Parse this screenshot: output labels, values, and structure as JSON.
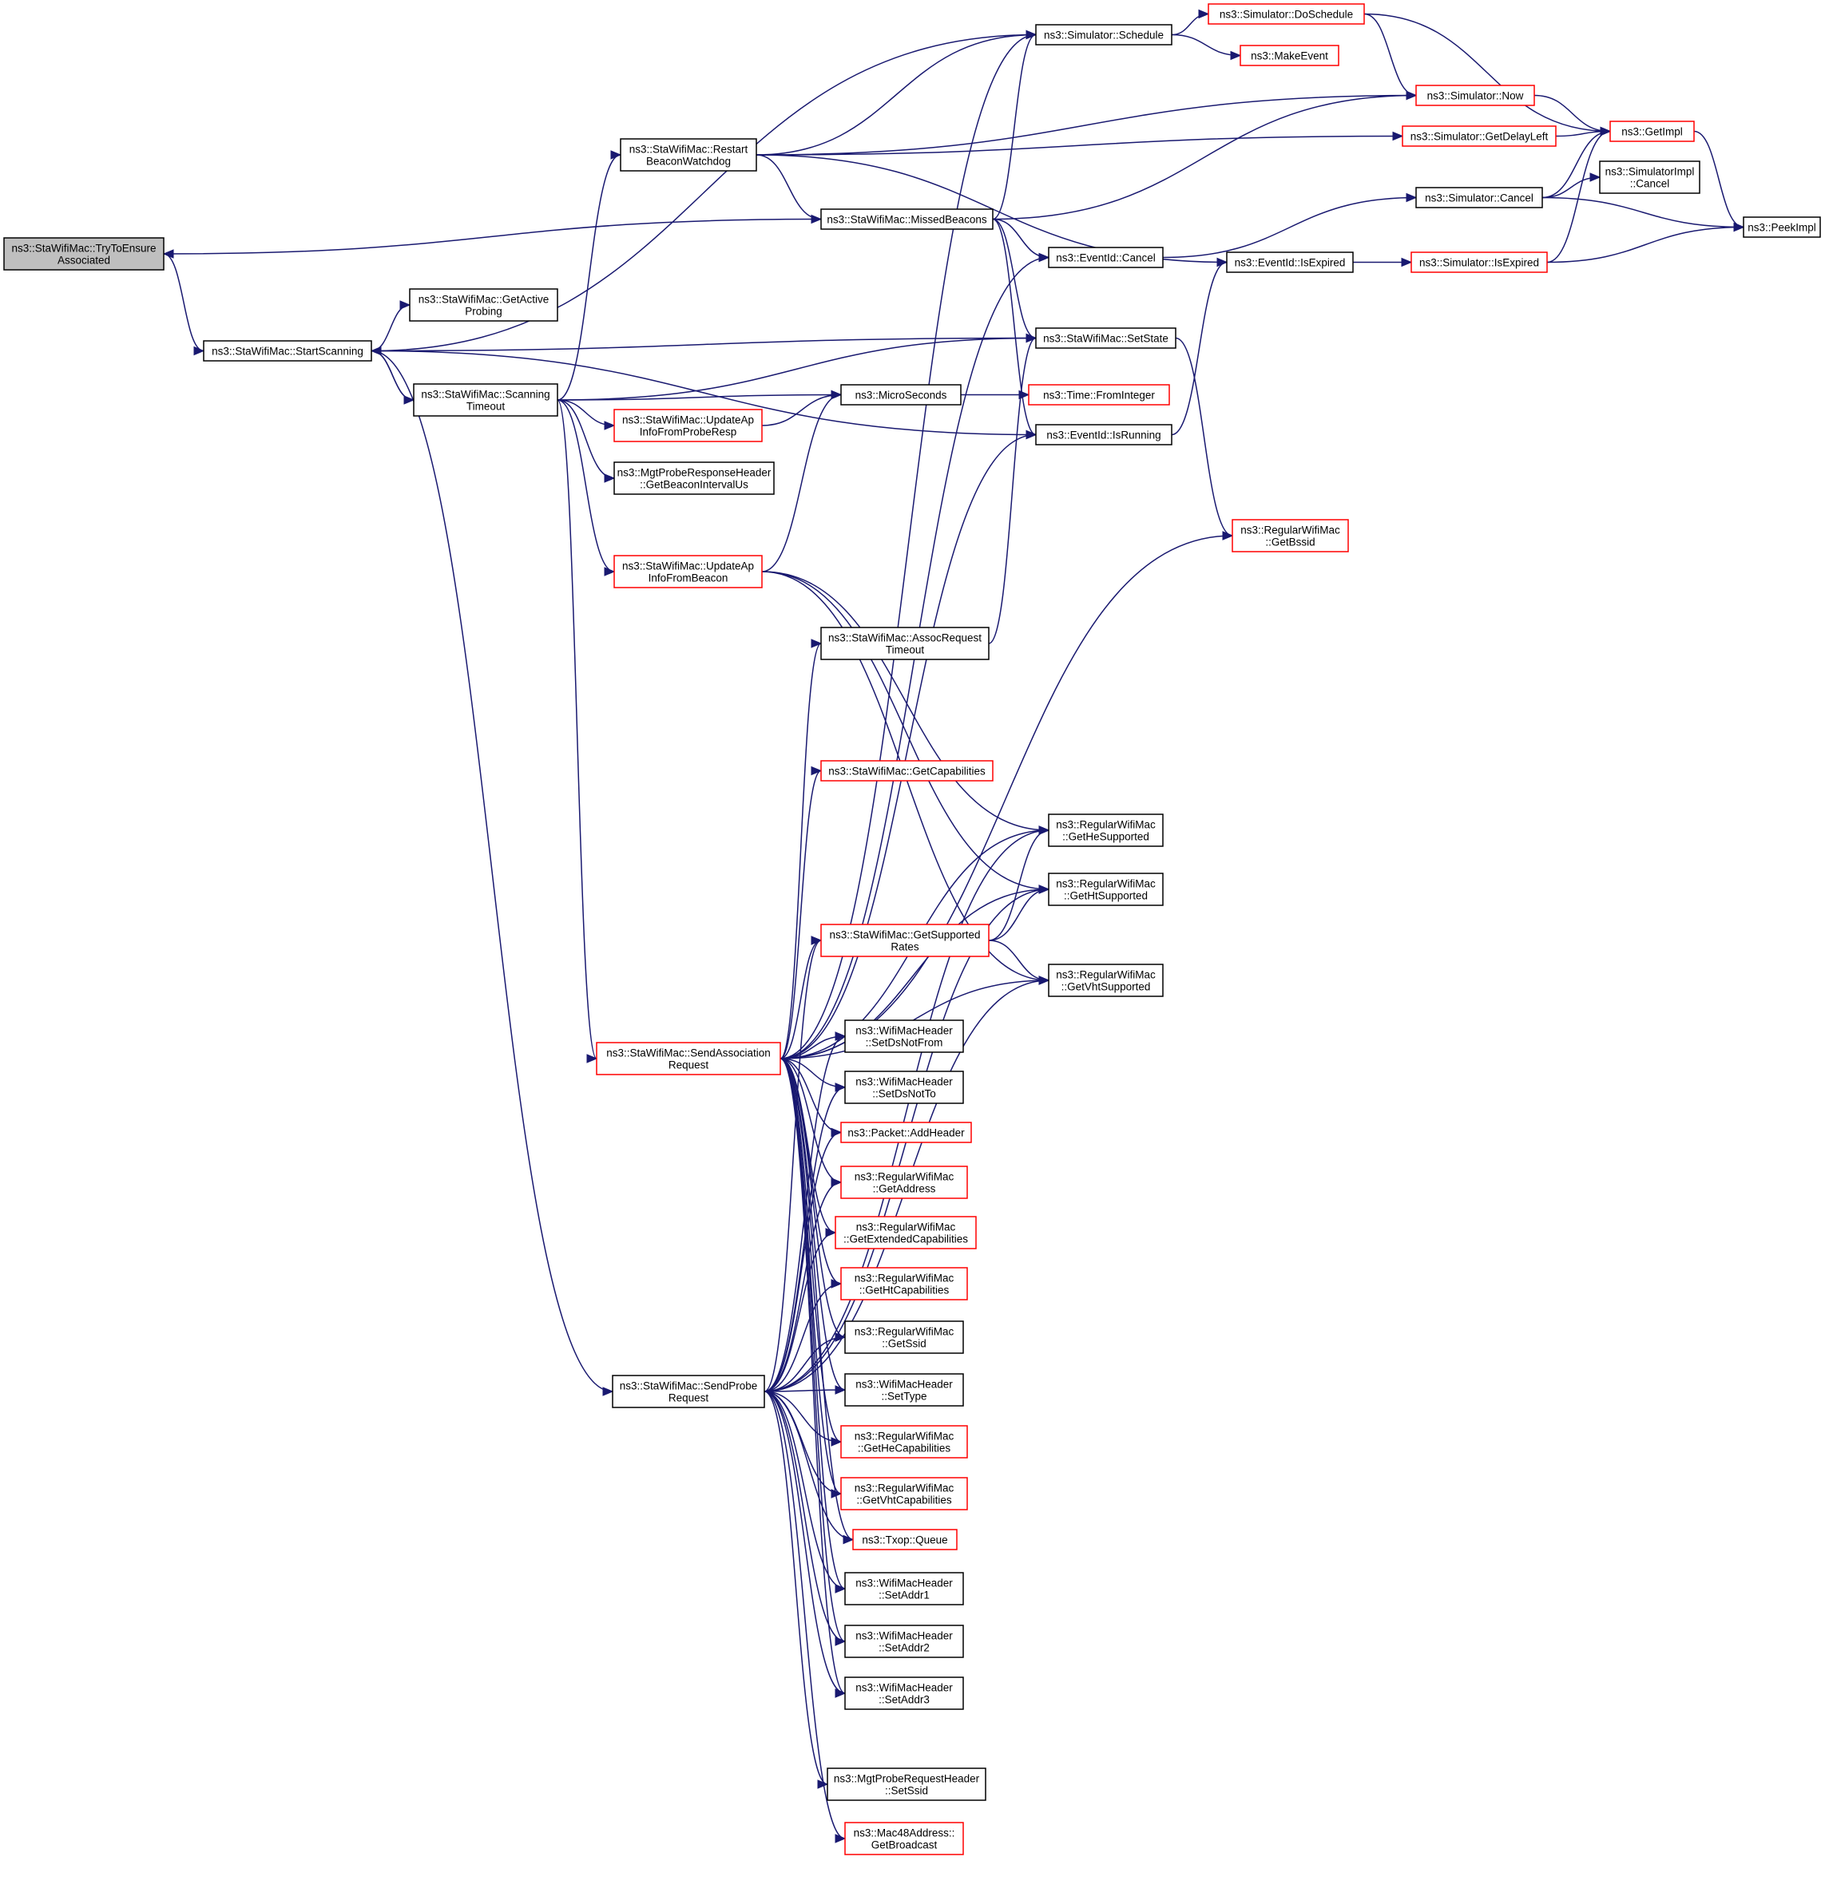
{
  "colors": {
    "edge": "#191970",
    "node_border": "#000000",
    "node_border_incomplete": "#ff0000",
    "root_fill": "#bfbfbf",
    "node_fill": "#ffffff"
  },
  "nodes": [
    {
      "id": "tryToEnsure",
      "lines": [
        "ns3::StaWifiMac::TryToEnsure",
        "Associated"
      ],
      "style": "root"
    },
    {
      "id": "startScanning",
      "lines": [
        "ns3::StaWifiMac::StartScanning"
      ],
      "style": "normal"
    },
    {
      "id": "getActiveProbing",
      "lines": [
        "ns3::StaWifiMac::GetActive",
        "Probing"
      ],
      "style": "normal"
    },
    {
      "id": "scanningTimeout",
      "lines": [
        "ns3::StaWifiMac::Scanning",
        "Timeout"
      ],
      "style": "normal"
    },
    {
      "id": "restartBeacon",
      "lines": [
        "ns3::StaWifiMac::Restart",
        "BeaconWatchdog"
      ],
      "style": "normal"
    },
    {
      "id": "updateProbeResp",
      "lines": [
        "ns3::StaWifiMac::UpdateAp",
        "InfoFromProbeResp"
      ],
      "style": "red"
    },
    {
      "id": "getBeaconInterval",
      "lines": [
        "ns3::MgtProbeResponseHeader",
        "::GetBeaconIntervalUs"
      ],
      "style": "normal"
    },
    {
      "id": "updateBeacon",
      "lines": [
        "ns3::StaWifiMac::UpdateAp",
        "InfoFromBeacon"
      ],
      "style": "red"
    },
    {
      "id": "assocTimeout",
      "lines": [
        "ns3::StaWifiMac::AssocRequest",
        "Timeout"
      ],
      "style": "normal"
    },
    {
      "id": "getCapabilities",
      "lines": [
        "ns3::StaWifiMac::GetCapabilities"
      ],
      "style": "red"
    },
    {
      "id": "getSupportedRates",
      "lines": [
        "ns3::StaWifiMac::GetSupported",
        "Rates"
      ],
      "style": "red"
    },
    {
      "id": "sendAssoc",
      "lines": [
        "ns3::StaWifiMac::SendAssociation",
        "Request"
      ],
      "style": "red"
    },
    {
      "id": "sendProbe",
      "lines": [
        "ns3::StaWifiMac::SendProbe",
        "Request"
      ],
      "style": "normal"
    },
    {
      "id": "missedBeacons",
      "lines": [
        "ns3::StaWifiMac::MissedBeacons"
      ],
      "style": "normal"
    },
    {
      "id": "schedule",
      "lines": [
        "ns3::Simulator::Schedule"
      ],
      "style": "normal"
    },
    {
      "id": "doSchedule",
      "lines": [
        "ns3::Simulator::DoSchedule"
      ],
      "style": "red"
    },
    {
      "id": "makeEvent",
      "lines": [
        "ns3::MakeEvent"
      ],
      "style": "red"
    },
    {
      "id": "now",
      "lines": [
        "ns3::Simulator::Now"
      ],
      "style": "red"
    },
    {
      "id": "getDelayLeft",
      "lines": [
        "ns3::Simulator::GetDelayLeft"
      ],
      "style": "red"
    },
    {
      "id": "getImpl",
      "lines": [
        "ns3::GetImpl"
      ],
      "style": "red"
    },
    {
      "id": "simCancel",
      "lines": [
        "ns3::Simulator::Cancel"
      ],
      "style": "normal"
    },
    {
      "id": "simImplCancel",
      "lines": [
        "ns3::SimulatorImpl",
        "::Cancel"
      ],
      "style": "normal"
    },
    {
      "id": "peekImpl",
      "lines": [
        "ns3::PeekImpl"
      ],
      "style": "normal"
    },
    {
      "id": "eventCancel",
      "lines": [
        "ns3::EventId::Cancel"
      ],
      "style": "normal"
    },
    {
      "id": "isExpired",
      "lines": [
        "ns3::EventId::IsExpired"
      ],
      "style": "normal"
    },
    {
      "id": "simIsExpired",
      "lines": [
        "ns3::Simulator::IsExpired"
      ],
      "style": "red"
    },
    {
      "id": "setState",
      "lines": [
        "ns3::StaWifiMac::SetState"
      ],
      "style": "normal"
    },
    {
      "id": "microSeconds",
      "lines": [
        "ns3::MicroSeconds"
      ],
      "style": "normal"
    },
    {
      "id": "fromInteger",
      "lines": [
        "ns3::Time::FromInteger"
      ],
      "style": "red"
    },
    {
      "id": "isRunning",
      "lines": [
        "ns3::EventId::IsRunning"
      ],
      "style": "normal"
    },
    {
      "id": "getBssid",
      "lines": [
        "ns3::RegularWifiMac",
        "::GetBssid"
      ],
      "style": "red"
    },
    {
      "id": "getHeSupported",
      "lines": [
        "ns3::RegularWifiMac",
        "::GetHeSupported"
      ],
      "style": "normal"
    },
    {
      "id": "getHtSupported",
      "lines": [
        "ns3::RegularWifiMac",
        "::GetHtSupported"
      ],
      "style": "normal"
    },
    {
      "id": "getVhtSupported",
      "lines": [
        "ns3::RegularWifiMac",
        "::GetVhtSupported"
      ],
      "style": "normal"
    },
    {
      "id": "setDsNotFrom",
      "lines": [
        "ns3::WifiMacHeader",
        "::SetDsNotFrom"
      ],
      "style": "normal"
    },
    {
      "id": "setDsNotTo",
      "lines": [
        "ns3::WifiMacHeader",
        "::SetDsNotTo"
      ],
      "style": "normal"
    },
    {
      "id": "addHeader",
      "lines": [
        "ns3::Packet::AddHeader"
      ],
      "style": "red"
    },
    {
      "id": "getAddress",
      "lines": [
        "ns3::RegularWifiMac",
        "::GetAddress"
      ],
      "style": "red"
    },
    {
      "id": "getExtCaps",
      "lines": [
        "ns3::RegularWifiMac",
        "::GetExtendedCapabilities"
      ],
      "style": "red"
    },
    {
      "id": "getHtCaps",
      "lines": [
        "ns3::RegularWifiMac",
        "::GetHtCapabilities"
      ],
      "style": "red"
    },
    {
      "id": "getSsid",
      "lines": [
        "ns3::RegularWifiMac",
        "::GetSsid"
      ],
      "style": "normal"
    },
    {
      "id": "setType",
      "lines": [
        "ns3::WifiMacHeader",
        "::SetType"
      ],
      "style": "normal"
    },
    {
      "id": "getHeCaps",
      "lines": [
        "ns3::RegularWifiMac",
        "::GetHeCapabilities"
      ],
      "style": "red"
    },
    {
      "id": "getVhtCaps",
      "lines": [
        "ns3::RegularWifiMac",
        "::GetVhtCapabilities"
      ],
      "style": "red"
    },
    {
      "id": "txopQueue",
      "lines": [
        "ns3::Txop::Queue"
      ],
      "style": "red"
    },
    {
      "id": "setAddr1",
      "lines": [
        "ns3::WifiMacHeader",
        "::SetAddr1"
      ],
      "style": "normal"
    },
    {
      "id": "setAddr2",
      "lines": [
        "ns3::WifiMacHeader",
        "::SetAddr2"
      ],
      "style": "normal"
    },
    {
      "id": "setAddr3",
      "lines": [
        "ns3::WifiMacHeader",
        "::SetAddr3"
      ],
      "style": "normal"
    },
    {
      "id": "setSsid",
      "lines": [
        "ns3::MgtProbeRequestHeader",
        "::SetSsid"
      ],
      "style": "normal"
    },
    {
      "id": "getBroadcast",
      "lines": [
        "ns3::Mac48Address::",
        "GetBroadcast"
      ],
      "style": "red"
    }
  ],
  "edges": [
    [
      "tryToEnsure",
      "startScanning"
    ],
    [
      "startScanning",
      "schedule"
    ],
    [
      "startScanning",
      "getActiveProbing"
    ],
    [
      "startScanning",
      "scanningTimeout"
    ],
    [
      "startScanning",
      "setState"
    ],
    [
      "startScanning",
      "isRunning"
    ],
    [
      "startScanning",
      "sendProbe"
    ],
    [
      "scanningTimeout",
      "startScanning"
    ],
    [
      "scanningTimeout",
      "restartBeacon"
    ],
    [
      "scanningTimeout",
      "setState"
    ],
    [
      "scanningTimeout",
      "microSeconds"
    ],
    [
      "scanningTimeout",
      "updateProbeResp"
    ],
    [
      "scanningTimeout",
      "getBeaconInterval"
    ],
    [
      "scanningTimeout",
      "updateBeacon"
    ],
    [
      "scanningTimeout",
      "sendAssoc"
    ],
    [
      "restartBeacon",
      "schedule"
    ],
    [
      "restartBeacon",
      "now"
    ],
    [
      "restartBeacon",
      "getDelayLeft"
    ],
    [
      "restartBeacon",
      "missedBeacons"
    ],
    [
      "restartBeacon",
      "isExpired"
    ],
    [
      "missedBeacons",
      "tryToEnsure"
    ],
    [
      "missedBeacons",
      "schedule"
    ],
    [
      "missedBeacons",
      "now"
    ],
    [
      "missedBeacons",
      "eventCancel"
    ],
    [
      "missedBeacons",
      "setState"
    ],
    [
      "missedBeacons",
      "isRunning"
    ],
    [
      "schedule",
      "doSchedule"
    ],
    [
      "schedule",
      "makeEvent"
    ],
    [
      "doSchedule",
      "now"
    ],
    [
      "doSchedule",
      "getImpl"
    ],
    [
      "now",
      "getImpl"
    ],
    [
      "getDelayLeft",
      "getImpl"
    ],
    [
      "getImpl",
      "peekImpl"
    ],
    [
      "simCancel",
      "getImpl"
    ],
    [
      "simCancel",
      "simImplCancel"
    ],
    [
      "simCancel",
      "peekImpl"
    ],
    [
      "eventCancel",
      "simCancel"
    ],
    [
      "isExpired",
      "simIsExpired"
    ],
    [
      "simIsExpired",
      "getImpl"
    ],
    [
      "simIsExpired",
      "peekImpl"
    ],
    [
      "setState",
      "getBssid"
    ],
    [
      "microSeconds",
      "fromInteger"
    ],
    [
      "isRunning",
      "isExpired"
    ],
    [
      "updateProbeResp",
      "microSeconds"
    ],
    [
      "updateBeacon",
      "microSeconds"
    ],
    [
      "updateBeacon",
      "getHeSupported"
    ],
    [
      "updateBeacon",
      "getHtSupported"
    ],
    [
      "updateBeacon",
      "getVhtSupported"
    ],
    [
      "assocTimeout",
      "setState"
    ],
    [
      "getSupportedRates",
      "getHeSupported"
    ],
    [
      "getSupportedRates",
      "getHtSupported"
    ],
    [
      "getSupportedRates",
      "getVhtSupported"
    ],
    [
      "sendAssoc",
      "schedule"
    ],
    [
      "sendAssoc",
      "eventCancel"
    ],
    [
      "sendAssoc",
      "isRunning"
    ],
    [
      "sendAssoc",
      "assocTimeout"
    ],
    [
      "sendAssoc",
      "getBssid"
    ],
    [
      "sendAssoc",
      "getCapabilities"
    ],
    [
      "sendAssoc",
      "getHeSupported"
    ],
    [
      "sendAssoc",
      "getHtSupported"
    ],
    [
      "sendAssoc",
      "getSupportedRates"
    ],
    [
      "sendAssoc",
      "getVhtSupported"
    ],
    [
      "sendAssoc",
      "setDsNotFrom"
    ],
    [
      "sendAssoc",
      "setDsNotTo"
    ],
    [
      "sendAssoc",
      "addHeader"
    ],
    [
      "sendAssoc",
      "getAddress"
    ],
    [
      "sendAssoc",
      "getExtCaps"
    ],
    [
      "sendAssoc",
      "getHtCaps"
    ],
    [
      "sendAssoc",
      "getSsid"
    ],
    [
      "sendAssoc",
      "setType"
    ],
    [
      "sendAssoc",
      "getHeCaps"
    ],
    [
      "sendAssoc",
      "getVhtCaps"
    ],
    [
      "sendAssoc",
      "txopQueue"
    ],
    [
      "sendAssoc",
      "setAddr1"
    ],
    [
      "sendAssoc",
      "setAddr2"
    ],
    [
      "sendAssoc",
      "setAddr3"
    ],
    [
      "sendProbe",
      "getSupportedRates"
    ],
    [
      "sendProbe",
      "getHtSupported"
    ],
    [
      "sendProbe",
      "setDsNotFrom"
    ],
    [
      "sendProbe",
      "setDsNotTo"
    ],
    [
      "sendProbe",
      "addHeader"
    ],
    [
      "sendProbe",
      "getAddress"
    ],
    [
      "sendProbe",
      "getExtCaps"
    ],
    [
      "sendProbe",
      "getHtCaps"
    ],
    [
      "sendProbe",
      "getSsid"
    ],
    [
      "sendProbe",
      "setType"
    ],
    [
      "sendProbe",
      "getHeCaps"
    ],
    [
      "sendProbe",
      "getVhtCaps"
    ],
    [
      "sendProbe",
      "txopQueue"
    ],
    [
      "sendProbe",
      "setAddr1"
    ],
    [
      "sendProbe",
      "setAddr2"
    ],
    [
      "sendProbe",
      "setAddr3"
    ],
    [
      "sendProbe",
      "setSsid"
    ],
    [
      "sendProbe",
      "getBroadcast"
    ],
    [
      "sendProbe",
      "getHeSupported"
    ],
    [
      "sendProbe",
      "getVhtSupported"
    ]
  ]
}
